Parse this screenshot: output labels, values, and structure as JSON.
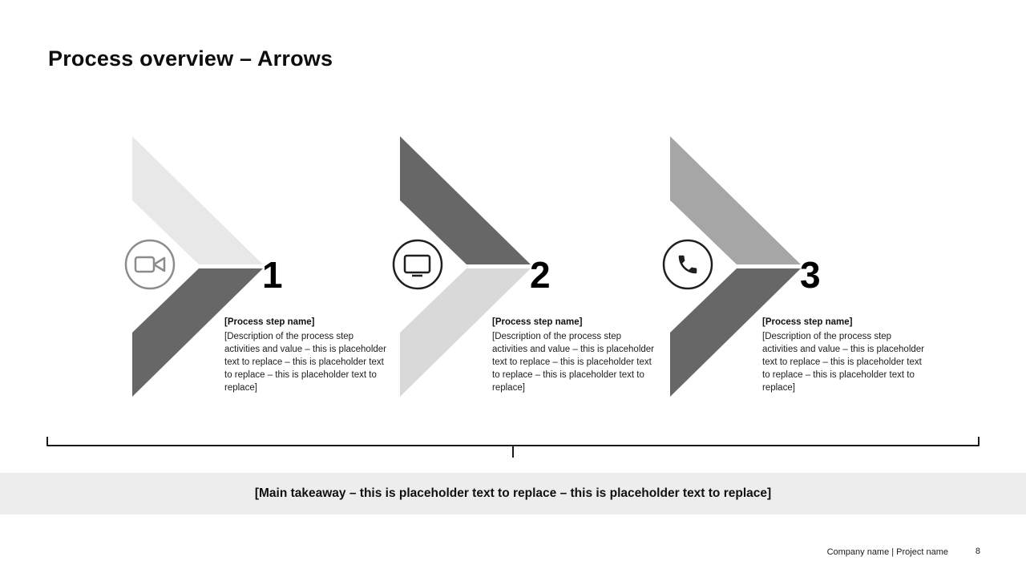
{
  "title": "Process overview – Arrows",
  "steps": [
    {
      "number": "1",
      "icon": "video-camera-icon",
      "name": "[Process step name]",
      "description": "[Description of the process step activities and value – this is placeholder text to replace – this is placeholder text to replace – this is placeholder text to replace]",
      "colors": {
        "top": "#e8e8e8",
        "bottom": "#676767",
        "icon": "#8c8c8c"
      }
    },
    {
      "number": "2",
      "icon": "monitor-icon",
      "name": "[Process step name]",
      "description": "[Description of the process step activities and value – this is placeholder text to replace – this is placeholder text to replace – this is placeholder text to replace]",
      "colors": {
        "top": "#676767",
        "bottom": "#d9d9d9",
        "icon": "#1f1f1f"
      }
    },
    {
      "number": "3",
      "icon": "phone-icon",
      "name": "[Process step name]",
      "description": "[Description of the process step activities and value – this is placeholder text to replace – this is placeholder text to replace – this is placeholder text to replace]",
      "colors": {
        "top": "#a6a6a6",
        "bottom": "#676767",
        "icon": "#1f1f1f"
      }
    }
  ],
  "takeaway": {
    "text": "[Main takeaway – this is placeholder text to replace – this is placeholder text to replace]"
  },
  "footer": {
    "company_project": "Company name | Project name",
    "page_number": "8"
  }
}
